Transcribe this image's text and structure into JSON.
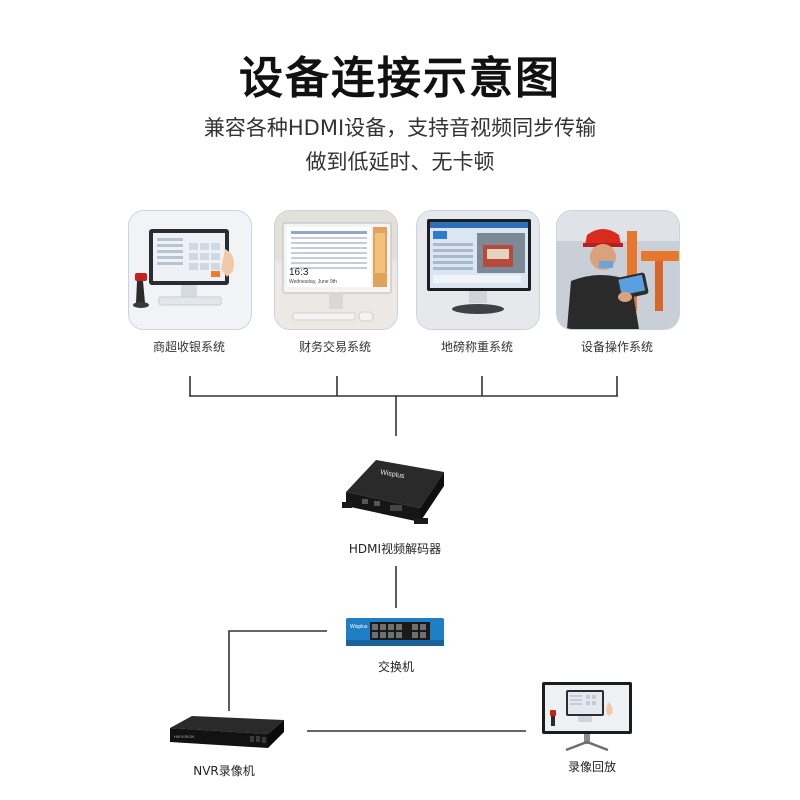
{
  "title": "设备连接示意图",
  "subtitle_lines": [
    "兼容各种HDMI设备，支持音视频同步传输",
    "做到低延时、无卡顿"
  ],
  "sources": [
    {
      "label": "商超收银系统",
      "icon": "pos-terminal-icon"
    },
    {
      "label": "财务交易系统",
      "icon": "finance-monitor-icon",
      "screen_text": "16:3",
      "screen_date": "Wednesday, June 9th"
    },
    {
      "label": "地磅称重系统",
      "icon": "weighbridge-monitor-icon"
    },
    {
      "label": "设备操作系统",
      "icon": "industrial-operator-icon"
    }
  ],
  "decoder": {
    "label": "HDMI视频解码器",
    "brand": "Wisplus"
  },
  "switch": {
    "label": "交换机",
    "brand": "Wisplus"
  },
  "nvr": {
    "label": "NVR录像机",
    "brand": "HIKVISION"
  },
  "playback": {
    "label": "录像回放"
  },
  "colors": {
    "wire": "#333333",
    "switch_body": "#1f7fc4",
    "device_dark": "#1a1a1a",
    "helmet": "#d92b1f"
  }
}
